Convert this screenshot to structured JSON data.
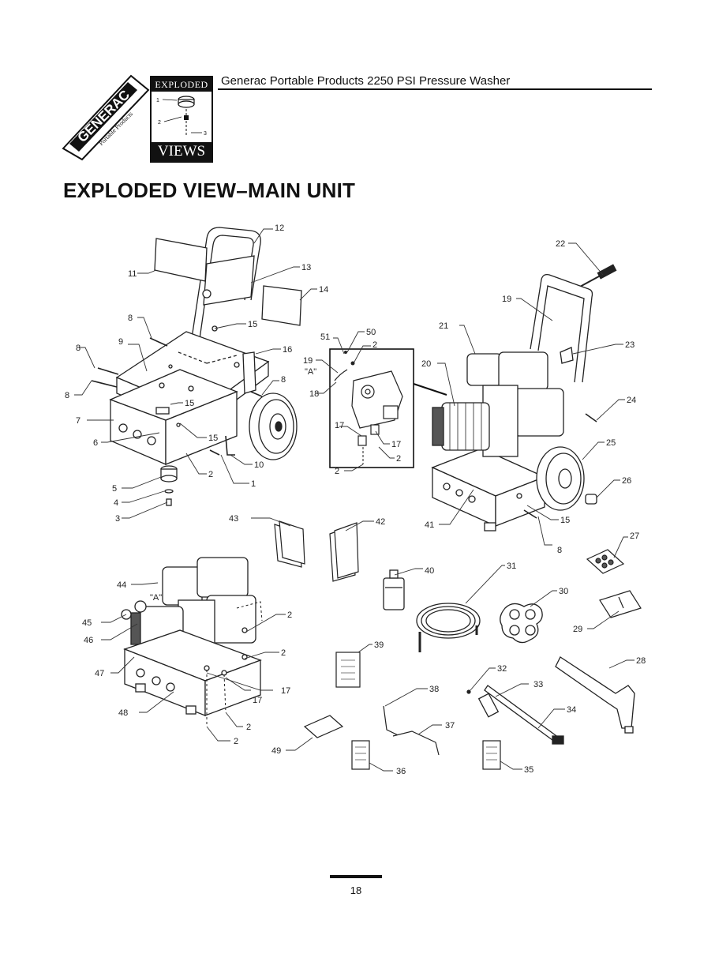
{
  "brand": {
    "logo_text": "GENERAC",
    "logo_subtext": "Portable Products",
    "badge_top": "EXPLODED",
    "badge_bottom": "VIEWS",
    "badge_callouts": [
      "1",
      "2",
      "3"
    ]
  },
  "header": {
    "title": "Generac Portable Products 2250 PSI Pressure Washer"
  },
  "page_title": "EXPLODED VIEW–MAIN UNIT",
  "diagram": {
    "detail_label": "\"A\"",
    "callouts": [
      {
        "id": "c12",
        "label": "12"
      },
      {
        "id": "c11",
        "label": "11"
      },
      {
        "id": "c13",
        "label": "13"
      },
      {
        "id": "c14",
        "label": "14"
      },
      {
        "id": "c8a",
        "label": "8"
      },
      {
        "id": "c15a",
        "label": "15"
      },
      {
        "id": "c9",
        "label": "9"
      },
      {
        "id": "c8b",
        "label": "8"
      },
      {
        "id": "c16",
        "label": "16"
      },
      {
        "id": "c8c",
        "label": "8"
      },
      {
        "id": "c8d",
        "label": "8"
      },
      {
        "id": "c15b",
        "label": "15"
      },
      {
        "id": "c7",
        "label": "7"
      },
      {
        "id": "c6",
        "label": "6"
      },
      {
        "id": "c15c",
        "label": "15"
      },
      {
        "id": "c10",
        "label": "10"
      },
      {
        "id": "c2a",
        "label": "2"
      },
      {
        "id": "c1",
        "label": "1"
      },
      {
        "id": "c5",
        "label": "5"
      },
      {
        "id": "c4",
        "label": "4"
      },
      {
        "id": "c3",
        "label": "3"
      },
      {
        "id": "c51",
        "label": "51"
      },
      {
        "id": "c50",
        "label": "50"
      },
      {
        "id": "c2b",
        "label": "2"
      },
      {
        "id": "c19a",
        "label": "19"
      },
      {
        "id": "c18",
        "label": "18"
      },
      {
        "id": "c17a",
        "label": "17"
      },
      {
        "id": "c17b",
        "label": "17"
      },
      {
        "id": "c2c",
        "label": "2"
      },
      {
        "id": "c2d",
        "label": "2"
      },
      {
        "id": "c22",
        "label": "22"
      },
      {
        "id": "c19b",
        "label": "19"
      },
      {
        "id": "c21",
        "label": "21"
      },
      {
        "id": "c23",
        "label": "23"
      },
      {
        "id": "c20",
        "label": "20"
      },
      {
        "id": "c24",
        "label": "24"
      },
      {
        "id": "c25",
        "label": "25"
      },
      {
        "id": "c26",
        "label": "26"
      },
      {
        "id": "c15d",
        "label": "15"
      },
      {
        "id": "c41",
        "label": "41"
      },
      {
        "id": "c8e",
        "label": "8"
      },
      {
        "id": "c43",
        "label": "43"
      },
      {
        "id": "c42",
        "label": "42"
      },
      {
        "id": "c27",
        "label": "27"
      },
      {
        "id": "c40",
        "label": "40"
      },
      {
        "id": "c31",
        "label": "31"
      },
      {
        "id": "c44",
        "label": "44"
      },
      {
        "id": "c2e",
        "label": "2"
      },
      {
        "id": "c30",
        "label": "30"
      },
      {
        "id": "c45",
        "label": "45"
      },
      {
        "id": "c46",
        "label": "46"
      },
      {
        "id": "c29",
        "label": "29"
      },
      {
        "id": "c2f",
        "label": "2"
      },
      {
        "id": "c39",
        "label": "39"
      },
      {
        "id": "c28",
        "label": "28"
      },
      {
        "id": "c47",
        "label": "47"
      },
      {
        "id": "c17c",
        "label": "17"
      },
      {
        "id": "c17d",
        "label": "17"
      },
      {
        "id": "c32",
        "label": "32"
      },
      {
        "id": "c33",
        "label": "33"
      },
      {
        "id": "c48",
        "label": "48"
      },
      {
        "id": "c2g",
        "label": "2"
      },
      {
        "id": "c2h",
        "label": "2"
      },
      {
        "id": "c38",
        "label": "38"
      },
      {
        "id": "c34",
        "label": "34"
      },
      {
        "id": "c37",
        "label": "37"
      },
      {
        "id": "c49",
        "label": "49"
      },
      {
        "id": "c36",
        "label": "36"
      },
      {
        "id": "c35",
        "label": "35"
      }
    ]
  },
  "footer": {
    "page_number": "18"
  }
}
